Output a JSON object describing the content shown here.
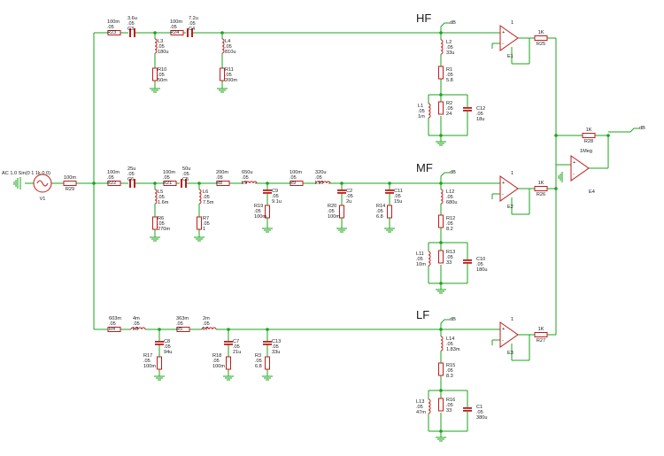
{
  "diagram": {
    "source": {
      "desc": "AC 1.0 Sin(0 1 1k 0 0)",
      "name": "V1",
      "r_value": "100m",
      "r_name": "R29"
    },
    "bands": {
      "hf": "HF",
      "mf": "MF",
      "lf": "LF"
    },
    "net_db": "dB",
    "hf": {
      "r23": [
        "100m",
        ".05",
        "R23"
      ],
      "c3": [
        "3.6u",
        ".05",
        "C3"
      ],
      "r24": [
        "100m",
        ".05",
        "R24"
      ],
      "c4": [
        "7.2u",
        ".05",
        "C4"
      ],
      "l3": [
        "L3",
        ".05",
        "180u"
      ],
      "r10": [
        "R10",
        ".05",
        "50m"
      ],
      "l4": [
        "L4",
        ".05",
        "810u"
      ],
      "r11": [
        "R11",
        ".05",
        "200m"
      ],
      "l2": [
        "L2",
        ".05",
        "33u"
      ],
      "r1": [
        "R1",
        ".05",
        "5.8"
      ],
      "l1": [
        "L1",
        ".05",
        "1m"
      ],
      "r2": [
        "R2",
        ".05",
        "24"
      ],
      "c12": [
        "C12",
        ".05",
        "18u"
      ],
      "e1": [
        "1",
        "E1"
      ],
      "r25": [
        "1K",
        "R25"
      ]
    },
    "mf": {
      "r22": [
        "100m",
        ".05",
        "R22"
      ],
      "c6": [
        "25u",
        ".05",
        "C6"
      ],
      "r21": [
        "100m",
        ".05",
        "R21"
      ],
      "c5": [
        "50u",
        ".05",
        "C5"
      ],
      "r8": [
        "200m",
        ".05",
        "R8"
      ],
      "l9": [
        "650u",
        ".05",
        "L9"
      ],
      "r9": [
        "100m",
        ".05",
        "R9"
      ],
      "l10": [
        "320u",
        ".05",
        "L10"
      ],
      "l5": [
        "L5",
        ".05",
        "1.6m"
      ],
      "r6": [
        "R6",
        ".05",
        "270m"
      ],
      "l6": [
        "L6",
        ".05",
        "7.5m"
      ],
      "r7": [
        "R7",
        ".05",
        "1"
      ],
      "c9": [
        "C9",
        ".05",
        "9.1u"
      ],
      "r19": [
        "R19",
        ".05",
        "100m"
      ],
      "c2": [
        "C2",
        ".05",
        "2u"
      ],
      "r20": [
        "R20",
        ".05",
        "100m"
      ],
      "c11": [
        "C11",
        ".05",
        "15u"
      ],
      "r14": [
        "R14",
        ".05",
        "6.8"
      ],
      "l12": [
        "L12",
        ".05",
        "680u"
      ],
      "r12": [
        "R12",
        ".05",
        "8.2"
      ],
      "l11": [
        "L11",
        ".05",
        "10m"
      ],
      "r13": [
        "R13",
        ".05",
        "33"
      ],
      "c10": [
        "C10",
        ".05",
        "180u"
      ],
      "e2": [
        "1",
        "E2"
      ],
      "r26": [
        "1K",
        "R26"
      ]
    },
    "lf": {
      "r4": [
        "603m",
        ".05",
        "R4"
      ],
      "l8": [
        "4m",
        ".05",
        "L8"
      ],
      "r5": [
        "363m",
        ".05",
        "R5"
      ],
      "l7": [
        "2m",
        ".05",
        "L7"
      ],
      "c8": [
        "C8",
        ".05",
        "94u"
      ],
      "r17": [
        "R17",
        ".05",
        "100m"
      ],
      "c7": [
        "C7",
        ".05",
        "21u"
      ],
      "r18": [
        "R18",
        ".05",
        "100m"
      ],
      "c13": [
        "C13",
        ".05",
        "33u"
      ],
      "r3": [
        "R3",
        ".05",
        "6.8"
      ],
      "l14": [
        "L14",
        ".05",
        "1.83m"
      ],
      "r15": [
        "R15",
        ".05",
        "8.3"
      ],
      "l13": [
        "L13",
        ".05",
        "47m"
      ],
      "r16": [
        "R16",
        ".05",
        "33"
      ],
      "c1": [
        "C1",
        ".05",
        "380u"
      ],
      "e3": [
        "1",
        "E3"
      ],
      "r27": [
        "1K",
        "R27"
      ]
    },
    "sum": {
      "r28": [
        "1K",
        "R28"
      ],
      "e4": [
        "1Meg",
        "E4"
      ]
    }
  }
}
